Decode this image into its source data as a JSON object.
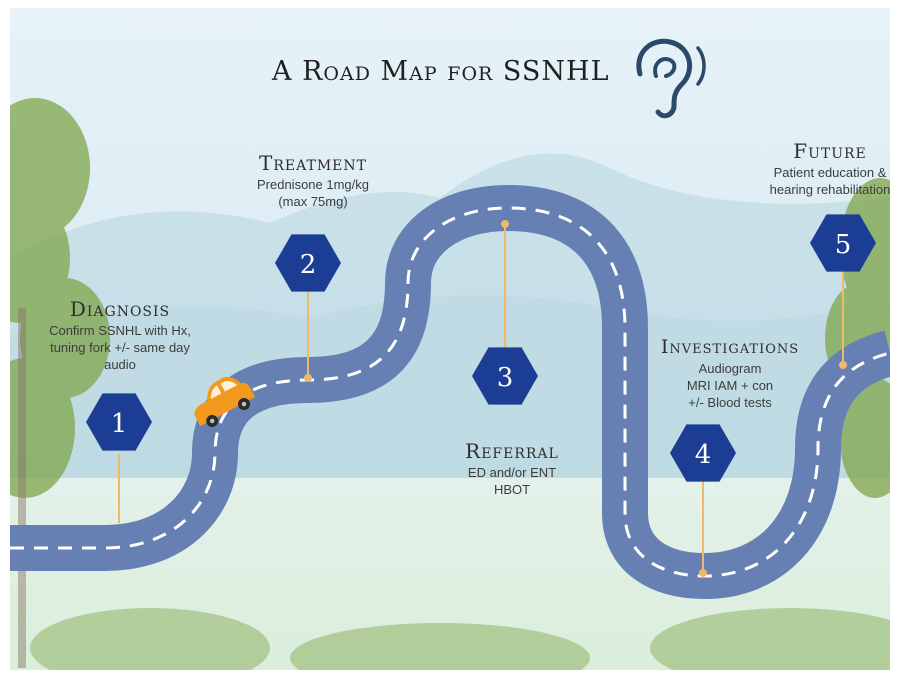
{
  "title": "A Road Map for SSNHL",
  "stages": [
    {
      "number": "1",
      "heading": "Diagnosis",
      "lines": [
        "Confirm SSNHL with Hx,",
        "tuning fork +/- same day",
        "audio"
      ]
    },
    {
      "number": "2",
      "heading": "Treatment",
      "lines": [
        "Prednisone 1mg/kg",
        "(max 75mg)"
      ]
    },
    {
      "number": "3",
      "heading": "Referral",
      "lines": [
        "ED and/or ENT",
        "HBOT"
      ]
    },
    {
      "number": "4",
      "heading": "Investigations",
      "lines": [
        "Audiogram",
        "MRI IAM + con",
        "+/- Blood tests"
      ]
    },
    {
      "number": "5",
      "heading": "Future",
      "lines": [
        "Patient education &",
        "hearing rehabilitation"
      ]
    }
  ],
  "colors": {
    "road": "#6680b3",
    "road_dash": "#ffffff",
    "marker": "#1c3d94",
    "pin_line": "#f0b86a",
    "car": "#f39a1e",
    "ear": "#2b4a6a",
    "sky_top": "#e6f2f8",
    "sky_bottom": "#cfe5ec",
    "mountain": "#b7d6df",
    "ground": "#dbeedc",
    "trees": "#7fa64a"
  },
  "icons": {
    "ear": "ear-icon",
    "car": "car-icon"
  }
}
